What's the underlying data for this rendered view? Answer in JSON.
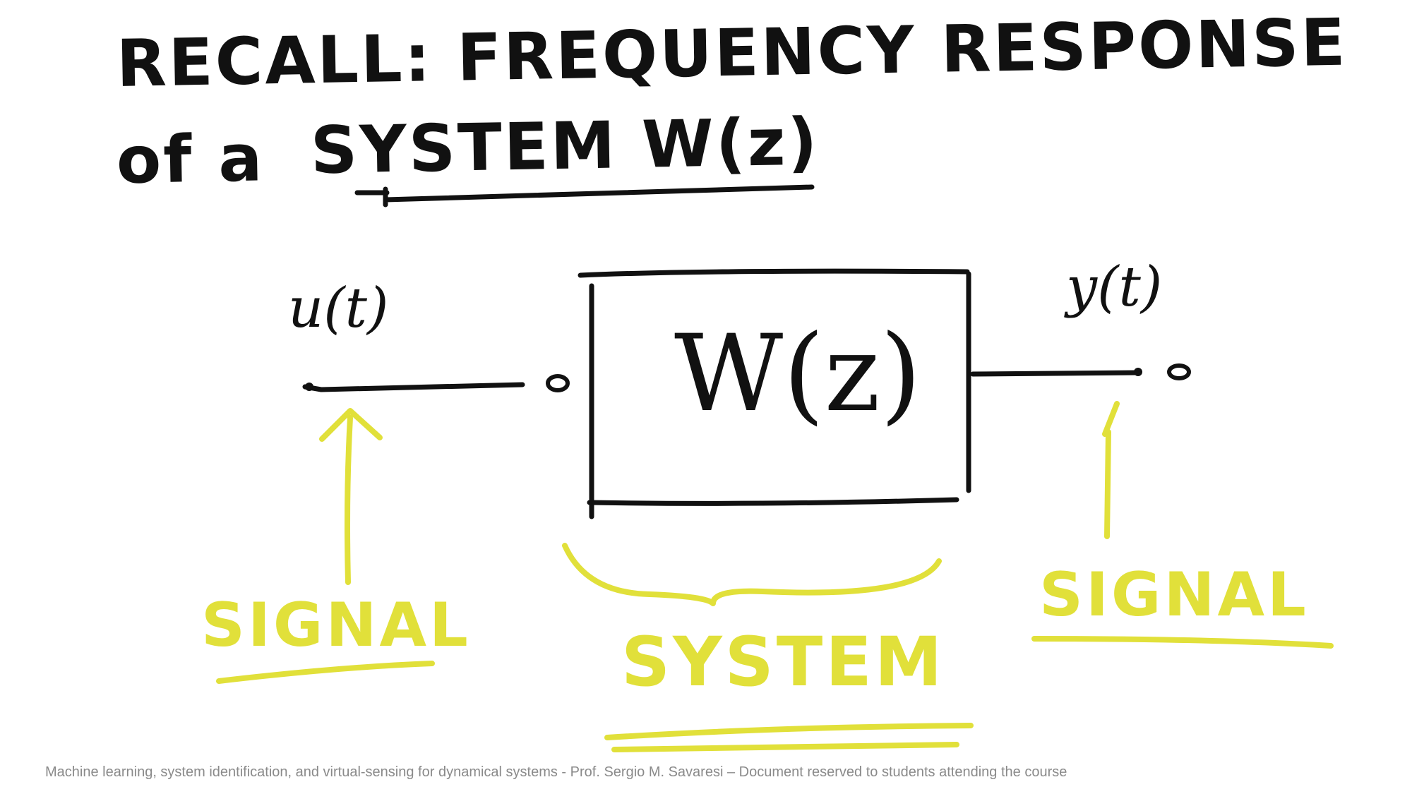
{
  "title": {
    "line1": "RECALL: FREQUENCY RESPONSE",
    "line2_prefix": "of a",
    "line2_underlined": "SYSTEM W(z)"
  },
  "diagram": {
    "input_signal": "u(t)",
    "output_signal": "y(t)",
    "block_label": "W(z)"
  },
  "annotations": {
    "input_label": "SIGNAL",
    "system_label": "SYSTEM",
    "output_label": "SIGNAL"
  },
  "colors": {
    "ink": "#111111",
    "highlighter": "#e1e03a",
    "footer": "#8a8a8a"
  },
  "footer": "Machine learning, system identification, and virtual-sensing for dynamical systems  -  Prof. Sergio M. Savaresi – Document reserved to students attending the course"
}
